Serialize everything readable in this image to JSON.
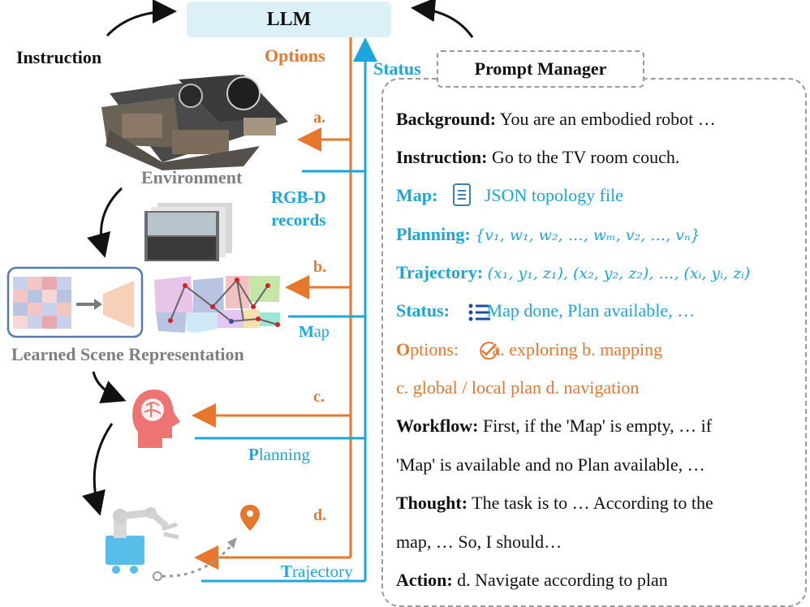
{
  "llm": {
    "label": "LLM"
  },
  "left": {
    "instruction": "Instruction",
    "options": "Options",
    "status": "Status",
    "environment": "Environment",
    "rgbd_line1": "RGB-D",
    "rgbd_line2": "records",
    "learned_scene": "Learned Scene Representation",
    "map_first": "M",
    "map_rest": "ap",
    "planning_first": "P",
    "planning_rest": "lanning",
    "trajectory_first": "T",
    "trajectory_rest": "rajectory",
    "step_a": "a.",
    "step_b": "b.",
    "step_c": "c.",
    "step_d": "d."
  },
  "prompt_manager": {
    "title": "Prompt Manager",
    "background_key": "Background:",
    "background_val": "You are an embodied robot …",
    "instruction_key": "Instruction:",
    "instruction_val": "Go to the TV room couch.",
    "map_key": "Map:",
    "map_val": "JSON topology file",
    "planning_key": "Planning:",
    "planning_val": "{v₁, w₁, w₂, …, wₘ, v₂, …, vₙ}",
    "trajectory_key": "Trajectory:",
    "trajectory_val": "(x₁, y₁, z₁), (x₂, y₂, z₂), …, (xᵢ, yᵢ, zᵢ)",
    "status_key": "Status:",
    "status_val": "Map done, Plan available, …",
    "options_first": "O",
    "options_key": "ptions:",
    "options_val1": "a. exploring b. mapping",
    "options_val2": "c. global / local plan  d. navigation",
    "workflow_key": "Workflow:",
    "workflow_val1": "First, if the 'Map' is empty, … if",
    "workflow_val2": "'Map' is available and no Plan available, …",
    "thought_key": "Thought:",
    "thought_val1": "The task is to … According to the",
    "thought_val2": "map, … So, I should…",
    "action_key": "Action:",
    "action_val": "d. Navigate according to plan"
  },
  "colors": {
    "orange": "#e8772e",
    "blue": "#1ba6dc",
    "llm_bg": "#dcf0f7",
    "gray": "#7f7f7f"
  },
  "icons": [
    "document-icon",
    "list-icon",
    "check-circle-icon",
    "brain-head-icon",
    "robot-arm-icon",
    "location-pin-icon"
  ]
}
